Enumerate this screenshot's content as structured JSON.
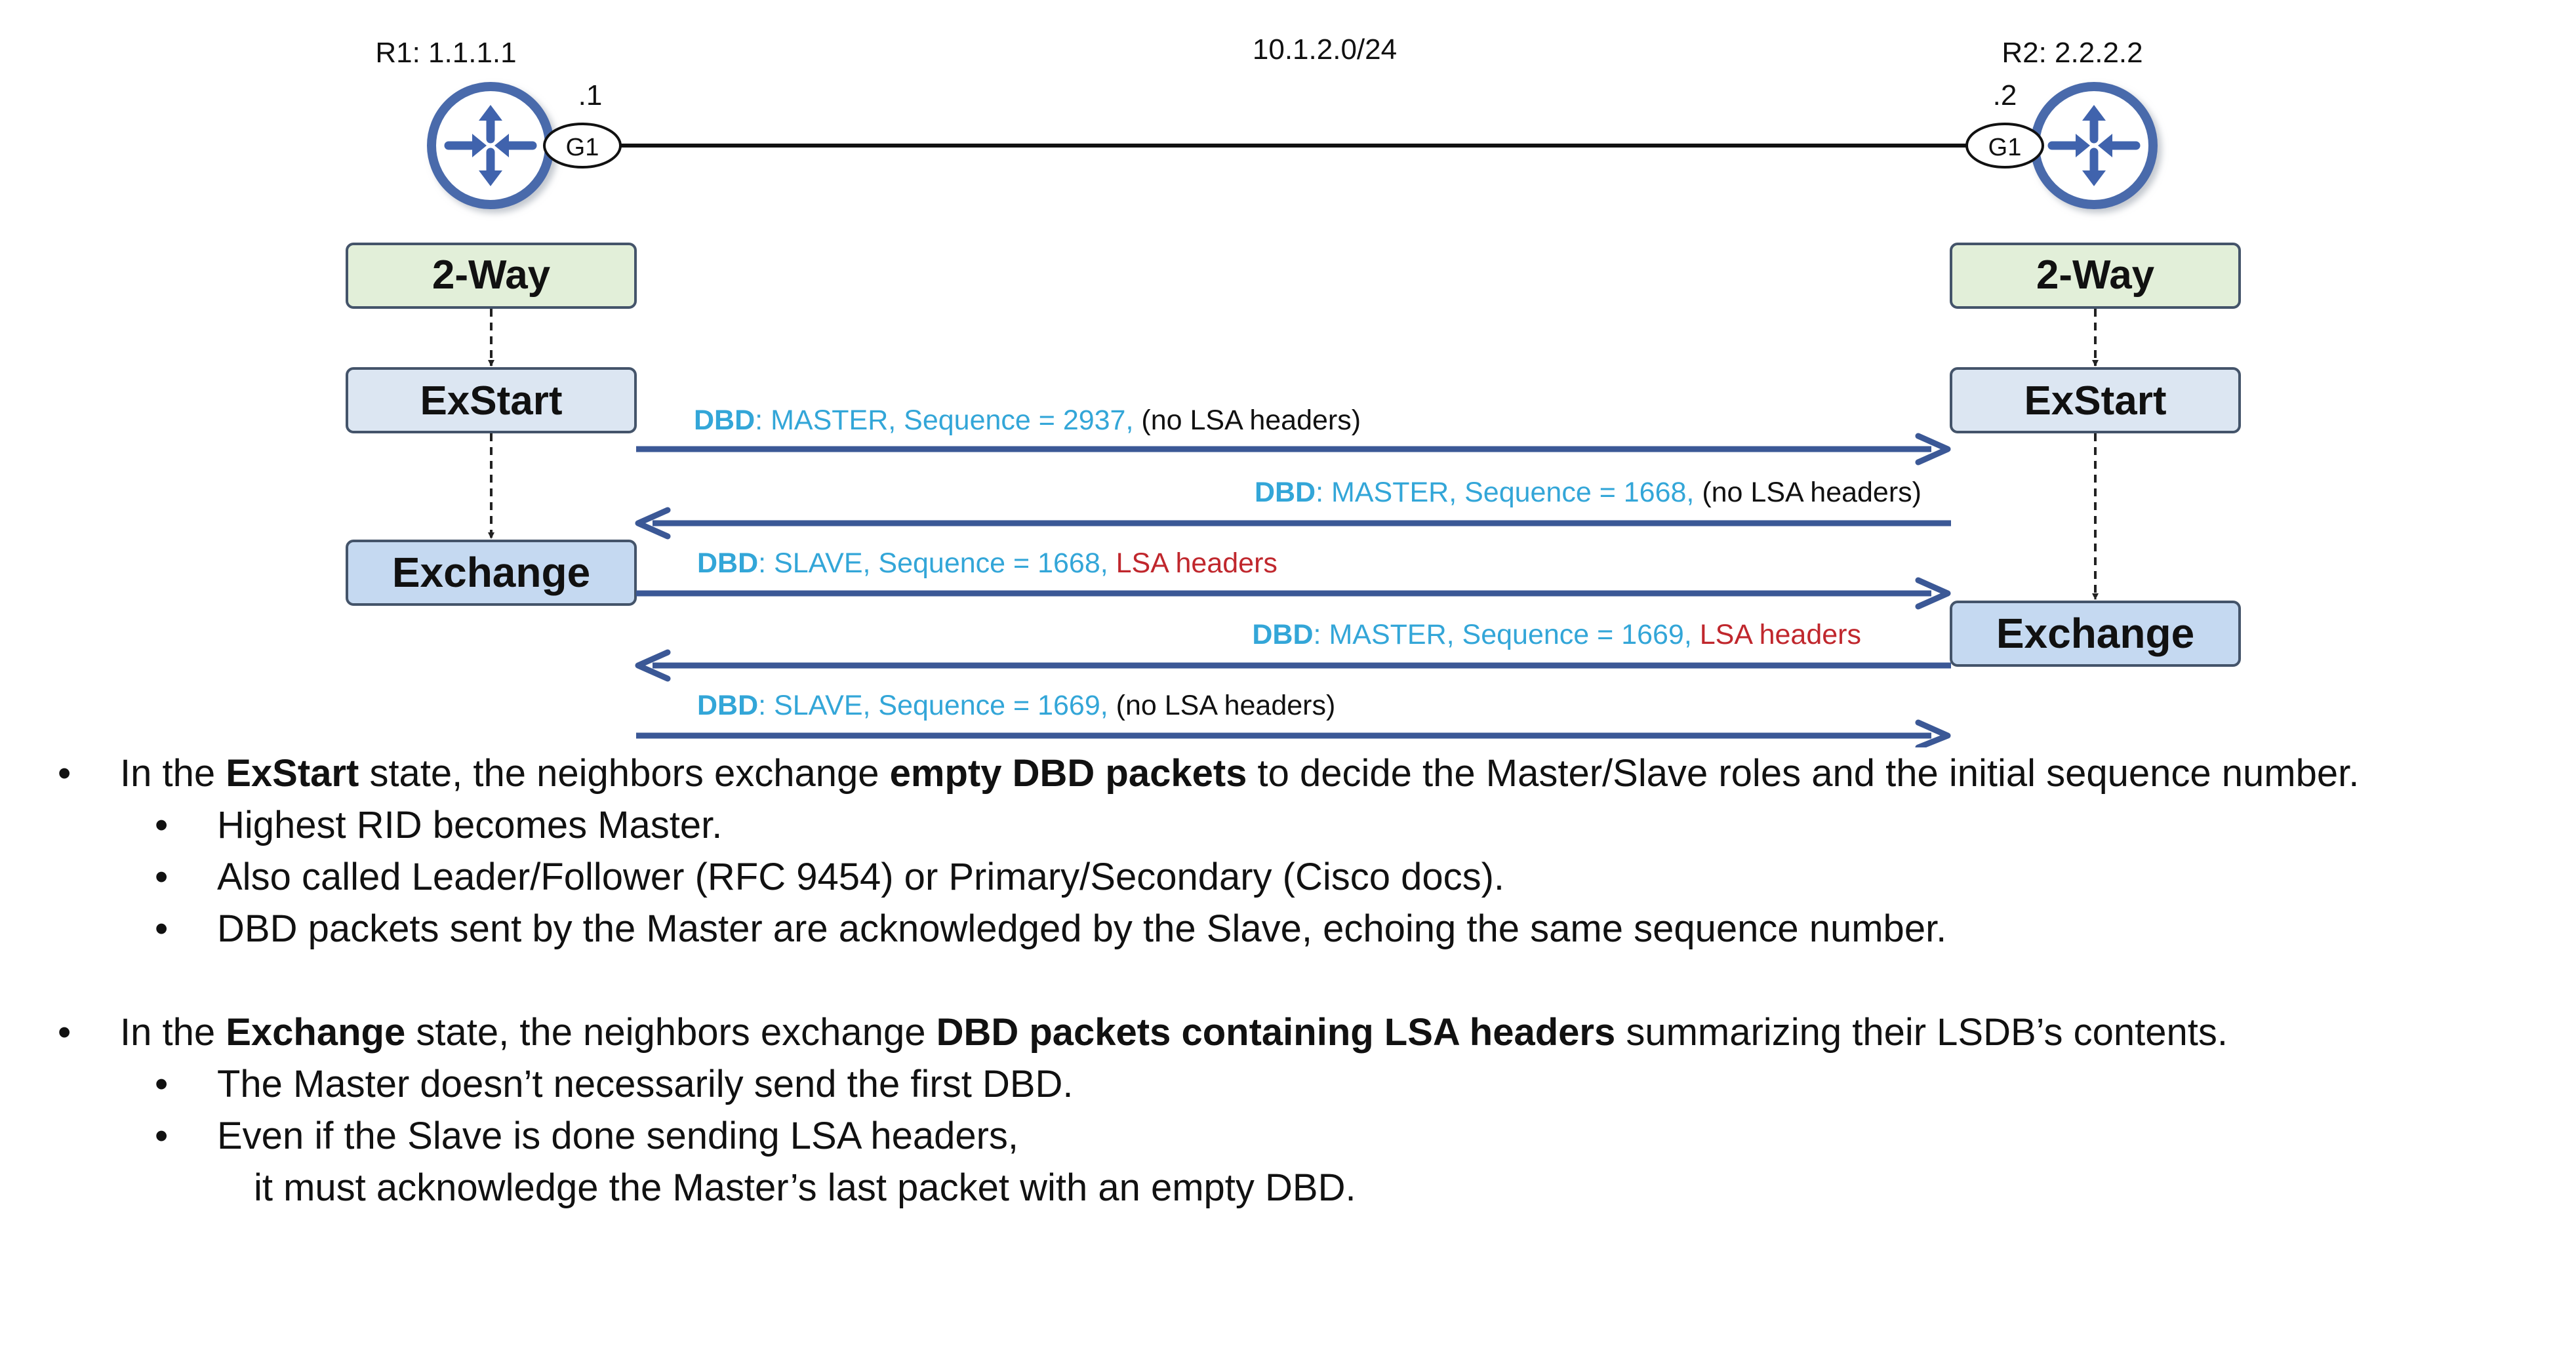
{
  "network": {
    "subnet": "10.1.2.0/24",
    "r1": {
      "label": "R1: 1.1.1.1",
      "host": ".1",
      "interface": "G1"
    },
    "r2": {
      "label": "R2: 2.2.2.2",
      "host": ".2",
      "interface": "G1"
    }
  },
  "states": {
    "r1": [
      "2-Way",
      "ExStart",
      "Exchange"
    ],
    "r2": [
      "2-Way",
      "ExStart",
      "Exchange"
    ]
  },
  "messages": [
    {
      "direction": "right",
      "dbd": "DBD",
      "fields": ": MASTER, Sequence = 2937, ",
      "note": "(no LSA headers)",
      "note_color": "black"
    },
    {
      "direction": "left",
      "dbd": "DBD",
      "fields": ": MASTER, Sequence = 1668, ",
      "note": "(no LSA headers)",
      "note_color": "black"
    },
    {
      "direction": "right",
      "dbd": "DBD",
      "fields": ": SLAVE, Sequence = 1668, ",
      "note": "LSA headers",
      "note_color": "red"
    },
    {
      "direction": "left",
      "dbd": "DBD",
      "fields": ": MASTER, Sequence = 1669, ",
      "note": "LSA headers",
      "note_color": "red"
    },
    {
      "direction": "right",
      "dbd": "DBD",
      "fields": ": SLAVE, Sequence = 1669, ",
      "note": "(no LSA headers)",
      "note_color": "black"
    }
  ],
  "bullets": {
    "exstart": {
      "p1": "In the ",
      "b1": "ExStart",
      "p2": " state, the neighbors exchange ",
      "b2": "empty DBD packets",
      "p3": " to decide the Master/Slave roles and the initial sequence number.",
      "subs": [
        "Highest RID becomes Master.",
        "Also called Leader/Follower (RFC 9454) or Primary/Secondary (Cisco docs).",
        "DBD packets sent by the Master are acknowledged by the Slave, echoing the same sequence number."
      ]
    },
    "exchange": {
      "p1": "In the ",
      "b1": "Exchange",
      "p2": " state, the neighbors exchange ",
      "b2": "DBD packets containing LSA headers",
      "p3": " summarizing their LSDB’s contents.",
      "subs": [
        "The Master doesn’t necessarily send the first DBD.",
        "Even if the Slave is done sending LSA headers,"
      ],
      "continuation": "it must acknowledge the Master’s last packet with an empty DBD."
    },
    "marker": "•"
  },
  "colors": {
    "router_ring": "#4a6aab",
    "router_arrow": "#3f64ad",
    "arrow": "#3b5896",
    "dbd_text": "#33a6d8",
    "lsa_red": "#c0272d",
    "twoway_fill": "#e2efd9",
    "state_fill": "#dce6f2",
    "exchange_fill": "#c5d9f1",
    "box_stroke": "#44546a"
  },
  "icons": {
    "router": "router-icon"
  }
}
